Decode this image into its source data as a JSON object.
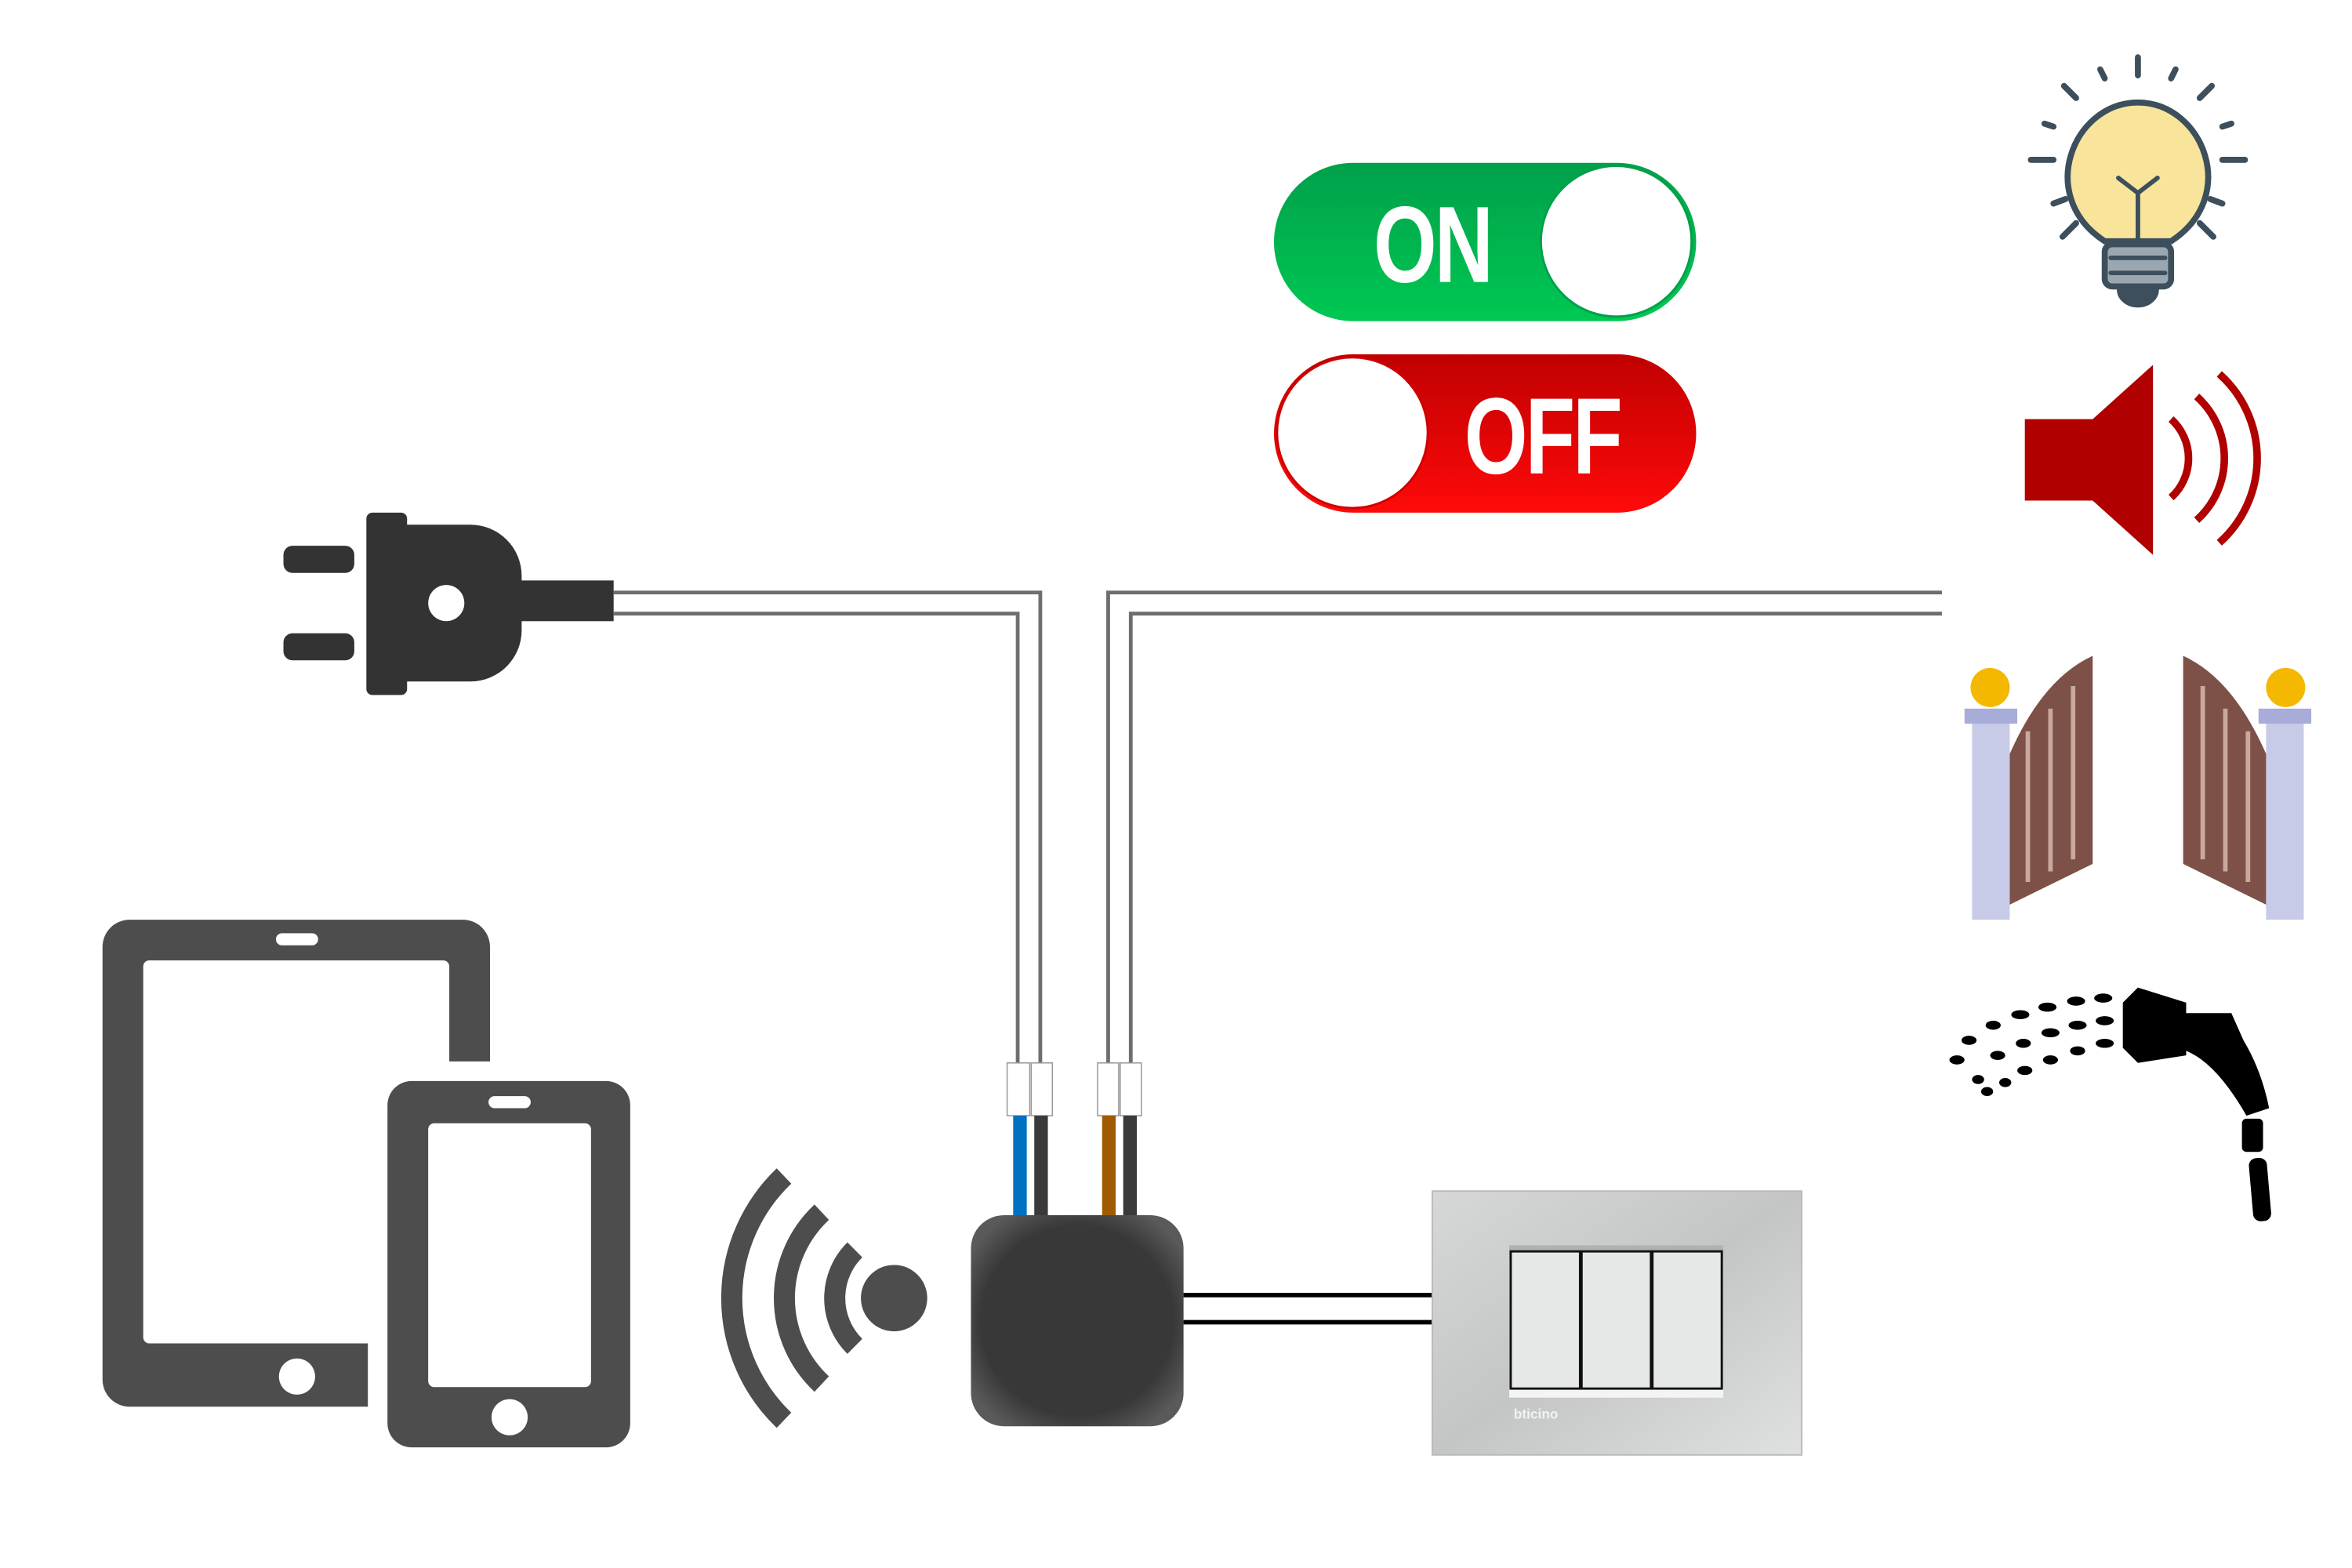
{
  "toggles": {
    "on_label": "ON",
    "off_label": "OFF"
  },
  "switch_plate": {
    "brand": "bticino"
  },
  "colors": {
    "on_green": "#00b050",
    "off_red": "#e00000",
    "device_dark": "#383838",
    "wire_blue": "#0070c0",
    "wire_brown": "#a05a00",
    "icon_gray": "#4d4d4d"
  },
  "icons": [
    "plug-icon",
    "tablet-icon",
    "smartphone-icon",
    "wifi-icon",
    "relay-module",
    "wall-switch",
    "light-bulb-icon",
    "speaker-icon",
    "gate-icon",
    "garden-hose-icon"
  ]
}
